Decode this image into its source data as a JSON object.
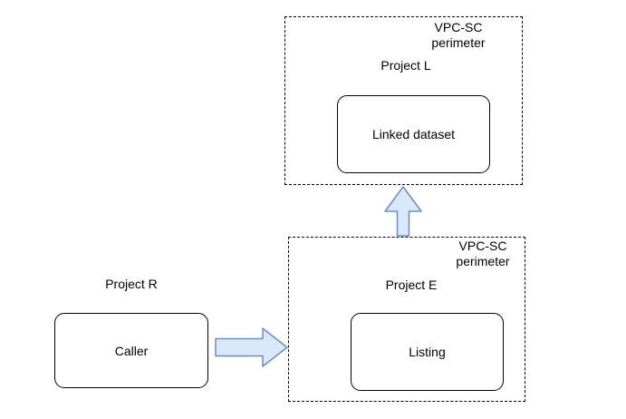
{
  "colors": {
    "arrow-fill": "#dae8fc",
    "arrow-stroke": "#6c8ebf",
    "line": "#000000",
    "background": "#ffffff"
  },
  "diagram": {
    "perimeter_l": {
      "badge": [
        "VPC-SC",
        "perimeter"
      ],
      "project_label": "Project L",
      "node_label": "Linked dataset"
    },
    "perimeter_e": {
      "badge": [
        "VPC-SC",
        "perimeter"
      ],
      "project_label": "Project E",
      "node_label": "Listing"
    },
    "caller_group": {
      "project_label": "Project R",
      "node_label": "Caller"
    },
    "arrows": [
      {
        "name": "caller-to-listing",
        "direction": "right"
      },
      {
        "name": "listing-to-linked-dataset",
        "direction": "up"
      }
    ]
  }
}
